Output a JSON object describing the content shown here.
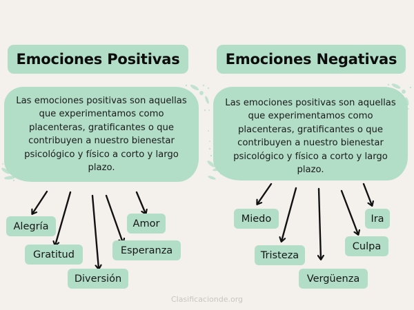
{
  "positive": {
    "title": "Emociones Positivas",
    "description": "Las emociones positivas son aquellas que experimentamos como placenteras, gratificantes o que contribuyen a nuestro bienestar psicológico y físico a corto y largo plazo.",
    "description_lines": [
      "Las emociones positivas son aquellas",
      "que experimentamos como",
      "placenteras, gratificantes o que",
      "contribuyen a nuestro bienestar",
      "psicológico y físico a corto y largo",
      "plazo."
    ],
    "emotions": [
      "Alegría",
      "Gratitud",
      "Diversión",
      "Esperanza",
      "Amor"
    ]
  },
  "negative": {
    "title": "Emociones Negativas",
    "description": "Las emociones positivas son aquellas que experimentamos como placenteras, gratificantes o que contribuyen a nuestro bienestar psicológico y físico a corto y largo plazo.",
    "description_lines": [
      "Las emociones positivas son aquellas",
      "que experimentamos como",
      "placenteras, gratificantes o que",
      "contribuyen a nuestro bienestar",
      "psicológico y físico a corto y largo",
      "plazo."
    ],
    "emotions": [
      "Miedo",
      "Tristeza",
      "Vergüenza",
      "Culpa",
      "Ira"
    ]
  },
  "watermark": "Clasificacionde.org",
  "colors": {
    "background": "#f4f1ed",
    "box_fill": "#b2dec7",
    "arrow": "#111111",
    "watermark": "#c8c4bf"
  }
}
